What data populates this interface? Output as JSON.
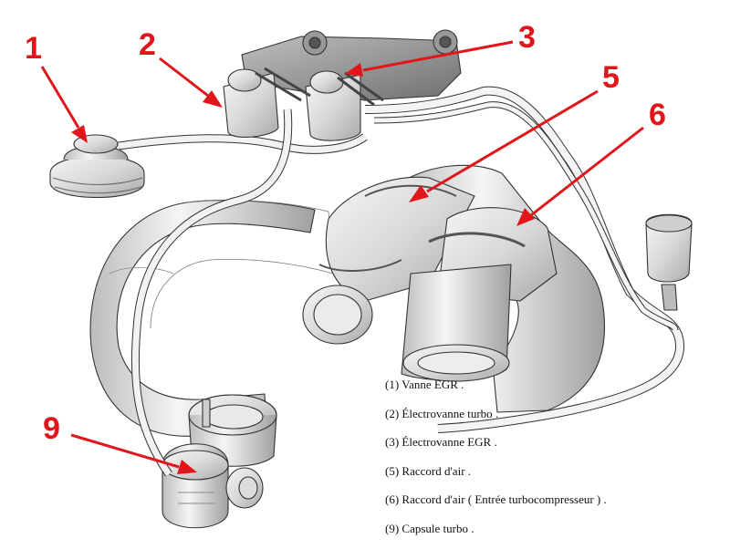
{
  "accent_color": "#e0161b",
  "callouts": [
    "1",
    "2",
    "3",
    "5",
    "6",
    "9"
  ],
  "legend": [
    "(1) Vanne EGR .",
    "(2) Électrovanne turbo .",
    "(3) Électrovanne EGR .",
    "(5) Raccord d'air .",
    "(6) Raccord d'air ( Entrée turbocompresseur ) .",
    "(9) Capsule turbo ."
  ]
}
